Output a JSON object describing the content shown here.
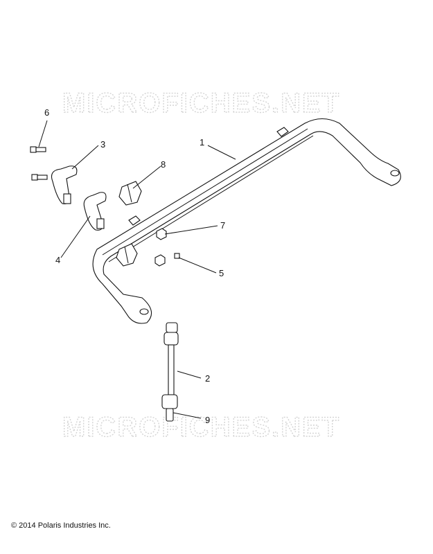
{
  "watermark": {
    "top_text": "MICROFICHES.NET",
    "bottom_text": "MICROFICHES.NET"
  },
  "callouts": {
    "c1": "1",
    "c2": "2",
    "c3": "3",
    "c4": "4",
    "c5": "5",
    "c6": "6",
    "c7": "7",
    "c8": "8",
    "c9": "9"
  },
  "footer": {
    "copyright": "© 2014 Polaris Industries Inc."
  }
}
